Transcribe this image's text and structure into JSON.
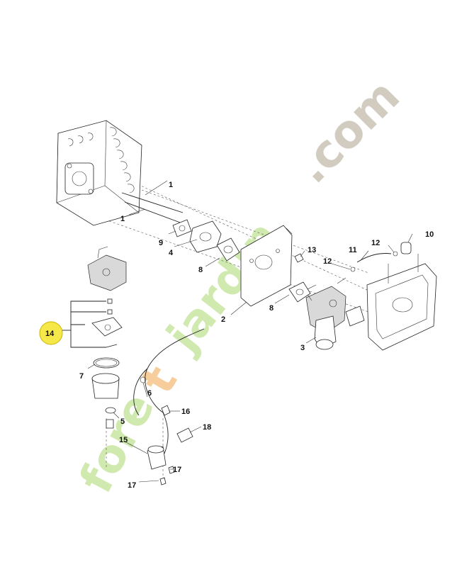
{
  "diagram": {
    "callouts": [
      {
        "id": "1a",
        "label": "1"
      },
      {
        "id": "1b",
        "label": "1"
      },
      {
        "id": "2",
        "label": "2"
      },
      {
        "id": "3",
        "label": "3"
      },
      {
        "id": "4",
        "label": "4"
      },
      {
        "id": "5",
        "label": "5"
      },
      {
        "id": "6",
        "label": "6"
      },
      {
        "id": "7",
        "label": "7"
      },
      {
        "id": "8a",
        "label": "8"
      },
      {
        "id": "8b",
        "label": "8"
      },
      {
        "id": "9",
        "label": "9"
      },
      {
        "id": "10",
        "label": "10"
      },
      {
        "id": "11",
        "label": "11"
      },
      {
        "id": "12a",
        "label": "12"
      },
      {
        "id": "12b",
        "label": "12"
      },
      {
        "id": "13",
        "label": "13"
      },
      {
        "id": "14",
        "label": "14"
      },
      {
        "id": "15",
        "label": "15"
      },
      {
        "id": "16",
        "label": "16"
      },
      {
        "id": "17a",
        "label": "17"
      },
      {
        "id": "17b",
        "label": "17"
      },
      {
        "id": "18",
        "label": "18"
      }
    ],
    "highlight_color": "#f7e84a"
  },
  "watermark": {
    "part1": "fore",
    "part2": "t",
    "part3": "jardin",
    "part4": ".com",
    "color_green": "#c8e6a0",
    "color_orange": "#f6c68a",
    "color_grey": "#c9c2b5"
  }
}
